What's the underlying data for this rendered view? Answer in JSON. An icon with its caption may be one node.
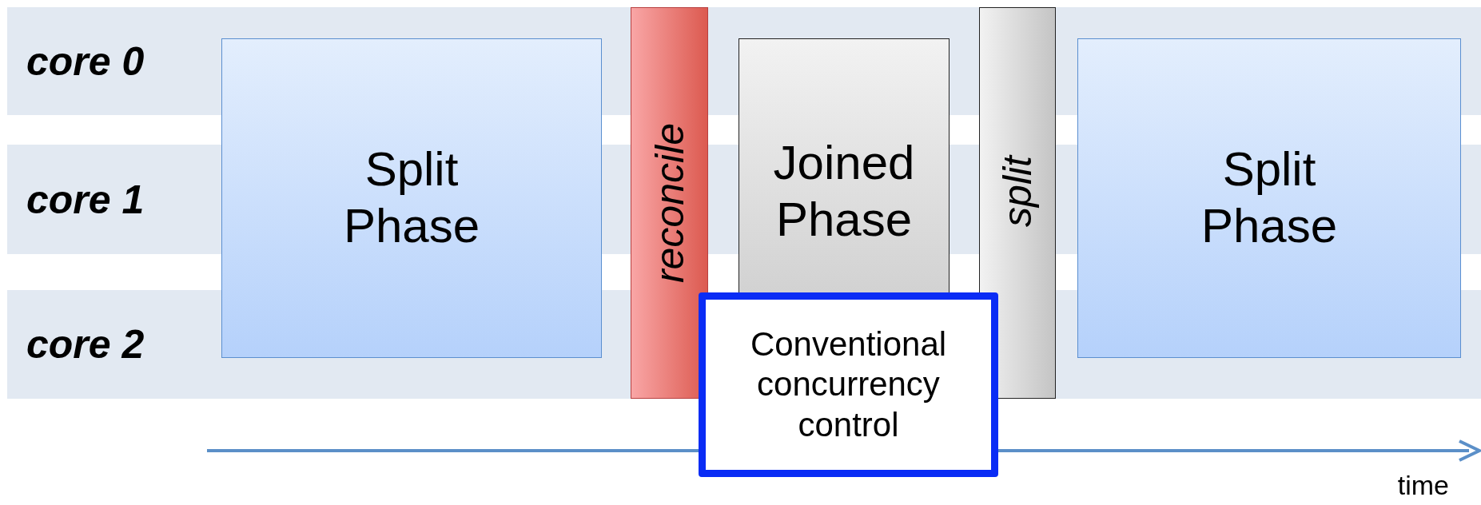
{
  "diagram": {
    "nodes": [
      {
        "text": [
          "core 0"
        ]
      },
      {
        "text": [
          "core 1"
        ]
      },
      {
        "text": [
          "core 2"
        ]
      },
      {
        "text": [
          "Split Phase"
        ]
      },
      {
        "text": [
          "reconcile"
        ]
      },
      {
        "text": [
          "Joined Phase"
        ]
      },
      {
        "text": [
          "split"
        ]
      },
      {
        "text": [
          "Split Phase"
        ]
      },
      {
        "text": [
          "Conventional concurrency control"
        ]
      }
    ],
    "edges": [],
    "labels": [
      "time"
    ]
  }
}
